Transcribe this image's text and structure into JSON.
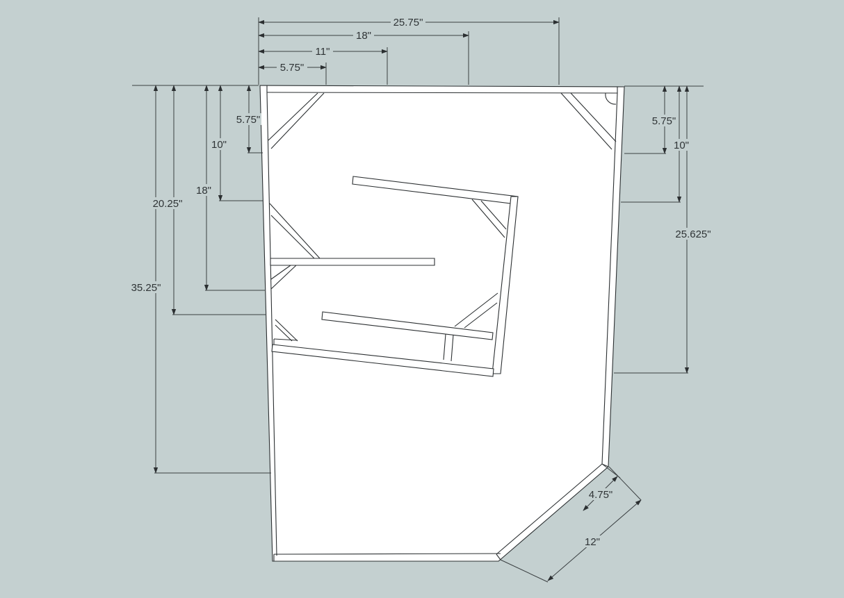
{
  "diagram": {
    "background_color": "#c4d0d0",
    "panel_color": "#ffffff",
    "line_color": "#2b2f31",
    "dimensions": {
      "top_25_75": "25.75\"",
      "top_18": "18\"",
      "top_11": "11\"",
      "top_5_75": "5.75\"",
      "left_5_75": "5.75\"",
      "left_10": "10\"",
      "left_18": "18\"",
      "left_20_25": "20.25\"",
      "left_35_25": "35.25\"",
      "right_5_75": "5.75\"",
      "right_10": "10\"",
      "right_25_625": "25.625\"",
      "bottom_4_75": "4.75\"",
      "bottom_12": "12\""
    }
  }
}
